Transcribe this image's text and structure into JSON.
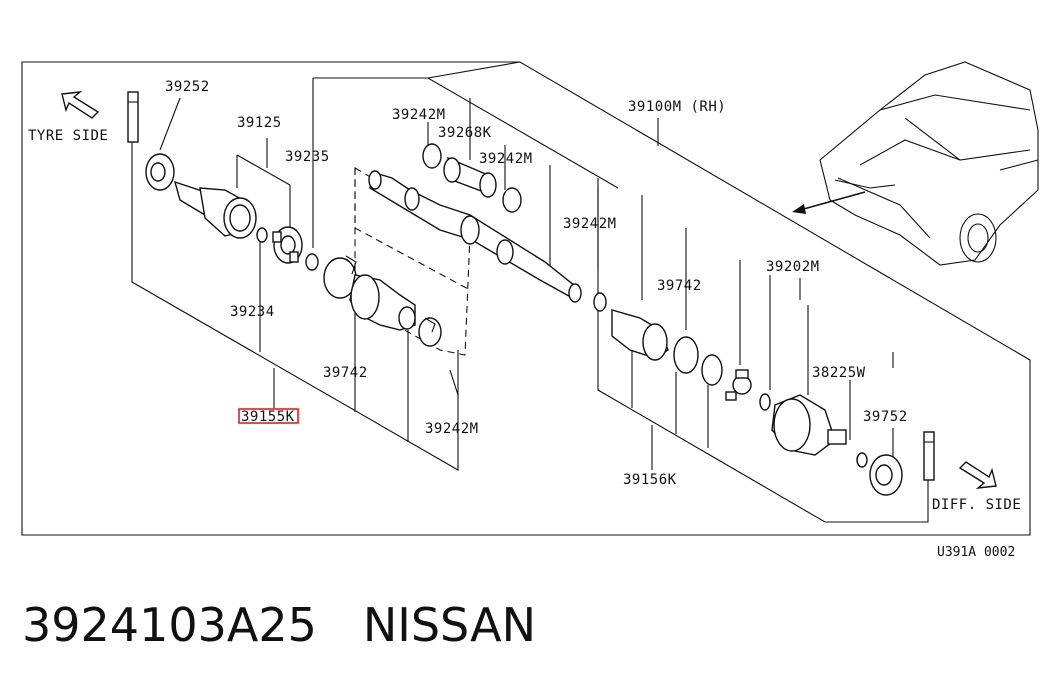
{
  "diagram": {
    "side_labels": {
      "tyre": "TYRE SIDE",
      "diff": "DIFF. SIDE"
    },
    "parts": {
      "p39252": "39252",
      "p39125": "39125",
      "p39235": "39235",
      "p39234": "39234",
      "p39155k": "39155K",
      "p39742_a": "39742",
      "p39242m_a": "39242M",
      "p39242m_b": "39242M",
      "p39268k": "39268K",
      "p39242m_c": "39242M",
      "p39100m": "39100M (RH)",
      "p39242m_d": "39242M",
      "p39742_b": "39742",
      "p39202m": "39202M",
      "p38225w": "38225W",
      "p39752": "39752",
      "p39156k": "39156K"
    },
    "highlight_color": "#e02020",
    "figure_code": "U391A 0002"
  },
  "footer": {
    "part_number": "3924103A25",
    "brand": "NISSAN"
  }
}
